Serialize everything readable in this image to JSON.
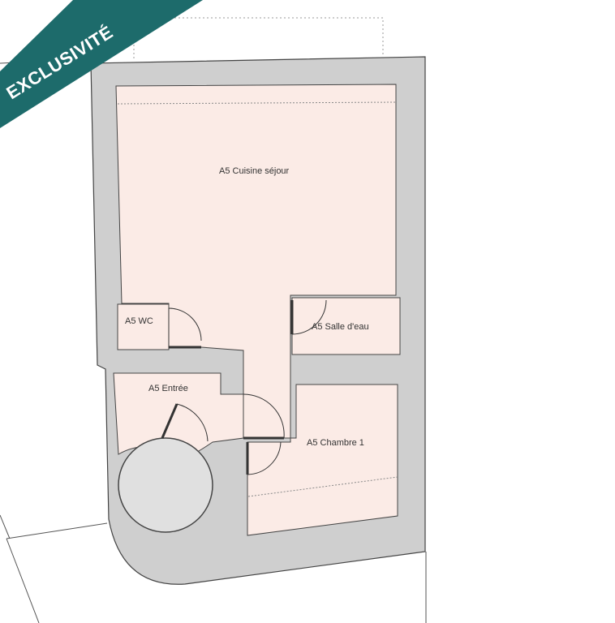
{
  "badge": {
    "text": "EXCLUSIVITÉ",
    "color": "#1d6b6b"
  },
  "colors": {
    "wall": "#cfcfcf",
    "wall_stroke": "#444444",
    "room": "#fbebe6",
    "column": "#e0e0e0"
  },
  "rooms": {
    "cuisine": "A5 Cuisine séjour",
    "wc": "A5 WC",
    "salle": "A5 Salle d'eau",
    "entree": "A5 Entrée",
    "chambre": "A5 Chambre 1"
  }
}
